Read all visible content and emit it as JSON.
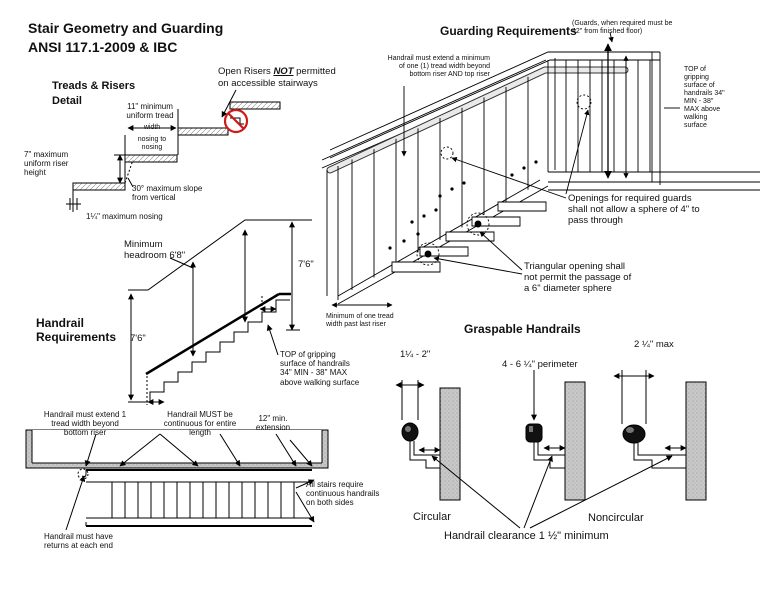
{
  "title": {
    "line1": "Stair Geometry and Guarding",
    "line2": "ANSI 117.1-2009 & IBC"
  },
  "treads": {
    "heading_line1": "Treads & Risers",
    "heading_line2": "Detail",
    "open_risers_line1_a": "Open Risers ",
    "open_risers_line1_b": "NOT",
    "open_risers_line1_c": " permitted",
    "open_risers_line2": "on accessible stairways",
    "tread_width_line1": "11\" minimum",
    "tread_width_line2": "uniform tread",
    "tread_width_line3": "width",
    "tread_width_line4": "nosing to",
    "tread_width_line5": "nosing",
    "riser_line1": "7\" maximum",
    "riser_line2": "uniform riser",
    "riser_line3": "height",
    "slope_line1": "30° maximum slope",
    "slope_line2": "from vertical",
    "nosing": "1¼\" maximum nosing"
  },
  "headroom": {
    "line1": "Minimum",
    "line2": "headroom 6'8\"",
    "dim_right": "7'6\"",
    "dim_left": "7'6\""
  },
  "handrail": {
    "heading_line1": "Handrail",
    "heading_line2": "Requirements",
    "top_grip_line1": "TOP of gripping",
    "top_grip_line2": "surface of handrails",
    "top_grip_line3": "34\" MIN - 38\" MAX",
    "top_grip_line4": "above walking surface",
    "extend_line1": "Handrail must extend 1",
    "extend_line2": "tread width beyond",
    "extend_line3": "bottom riser",
    "continuous_line1": "Handrail MUST be",
    "continuous_line2": "continuous for entire",
    "continuous_line3": "length",
    "ext12_line1": "12\" min.",
    "ext12_line2": "extension",
    "both_sides_line1": "All stairs require",
    "both_sides_line2": "continuous handrails",
    "both_sides_line3": "on both sides",
    "returns_line1": "Handrail must have",
    "returns_line2": "returns at each end"
  },
  "guarding": {
    "heading": "Guarding Requirements",
    "note_line1": "(Guards, when required must be",
    "note_line2": "42\" from finished floor)",
    "extend_line1": "Handrail must extend a minimum",
    "extend_line2": "of one (1) tread width beyond",
    "extend_line3": "bottom riser AND top riser",
    "top_line1": "TOP of",
    "top_line2": "gripping",
    "top_line3": "surface of",
    "top_line4": "handrails 34\"",
    "top_line5": "MIN - 38\"",
    "top_line6": "MAX above",
    "top_line7": "walking",
    "top_line8": "surface",
    "openings_line1": "Openings for required guards",
    "openings_line2": "shall not allow a sphere of 4\" to",
    "openings_line3": "pass through",
    "triangle_line1": "Triangular opening shall",
    "triangle_line2": "not permit the passage of",
    "triangle_line3": "a 6\" diameter sphere",
    "min_tread_line1": "Minimum of one tread",
    "min_tread_line2": "width past last riser"
  },
  "graspable": {
    "heading": "Graspable Handrails",
    "circ_dim": "1¼ - 2\"",
    "perimeter": "4 - 6 ¼\" perimeter",
    "noncirc_dim": "2 ¼\" max",
    "circular": "Circular",
    "noncircular": "Noncircular",
    "clearance": "Handrail clearance 1 ½\" minimum"
  }
}
